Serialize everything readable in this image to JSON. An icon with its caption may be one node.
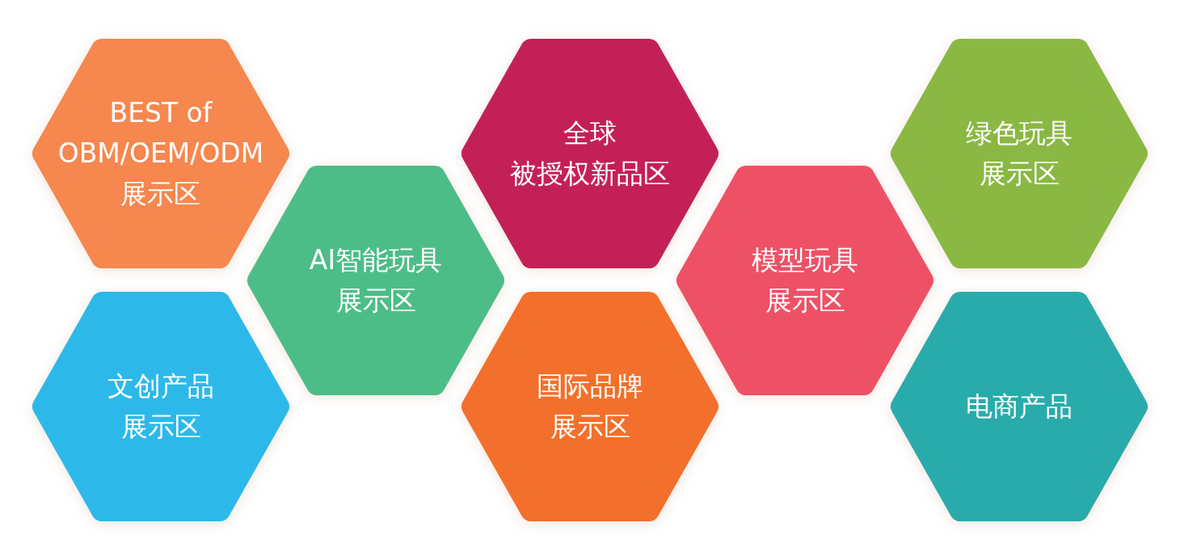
{
  "diagram": {
    "nodes": [
      {
        "text": [
          "BEST of OBM/OEM/ODM 展示区"
        ]
      },
      {
        "text": [
          "全球被授权新品区"
        ]
      },
      {
        "text": [
          "绿色玩具展示区"
        ]
      },
      {
        "text": [
          "AI智能玩具展示区"
        ]
      },
      {
        "text": [
          "模型玩具展示区"
        ]
      },
      {
        "text": [
          "文创产品展示区"
        ]
      },
      {
        "text": [
          "国际品牌展示区"
        ]
      },
      {
        "text": [
          "电商产品"
        ]
      }
    ]
  }
}
